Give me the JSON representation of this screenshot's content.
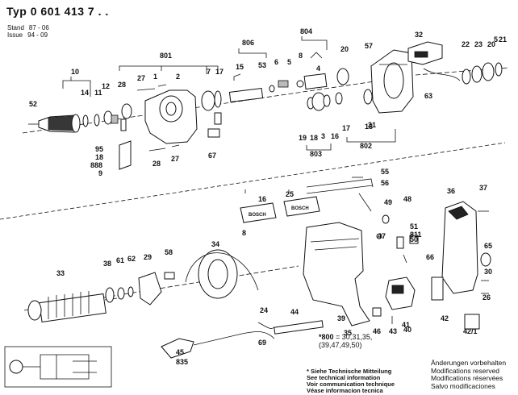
{
  "header": {
    "typ_label": "Typ",
    "typ_number": "0 601 413 7 . .",
    "stand_label": "Stand",
    "stand_value": "87 - 06",
    "issue_label": "Issue",
    "issue_value": "94 - 09"
  },
  "callouts": {
    "top": [
      "10",
      "52",
      "14",
      "11",
      "12",
      "28",
      "27",
      "1",
      "2",
      "801",
      "7",
      "17",
      "806",
      "15",
      "53",
      "6",
      "5",
      "804",
      "8",
      "4",
      "20",
      "57",
      "32",
      "22",
      "23",
      "20",
      "21",
      "13",
      "9",
      "95",
      "18",
      "888",
      "28",
      "27",
      "67",
      "19",
      "18",
      "3",
      "16",
      "17",
      "21",
      "803",
      "802",
      "63",
      "5"
    ],
    "bottom": [
      "55",
      "56",
      "16",
      "25",
      "49",
      "48",
      "51",
      "811",
      "47",
      "50",
      "36",
      "37",
      "34",
      "8",
      "33",
      "38",
      "61",
      "62",
      "29",
      "58",
      "24",
      "66",
      "65",
      "30",
      "26",
      "41",
      "42",
      "44",
      "35",
      "46",
      "43",
      "40",
      "42/1",
      "45",
      "835",
      "69",
      "39"
    ]
  },
  "kit": {
    "ref": "*800",
    "equals": "= 30,31,35,",
    "parts": "(39,47,49,50)"
  },
  "notes": {
    "marker": "*",
    "lines": [
      "Siehe Technische Mitteilung",
      "See technical information",
      "Voir communication technique",
      "Véase informacion tecnica"
    ]
  },
  "changes": {
    "lines": [
      "Änderungen vorbehalten",
      "Modifications reserved",
      "Modifications réservées",
      "Salvo modificaciones"
    ]
  },
  "labels": {
    "bosch": "BOSCH"
  }
}
